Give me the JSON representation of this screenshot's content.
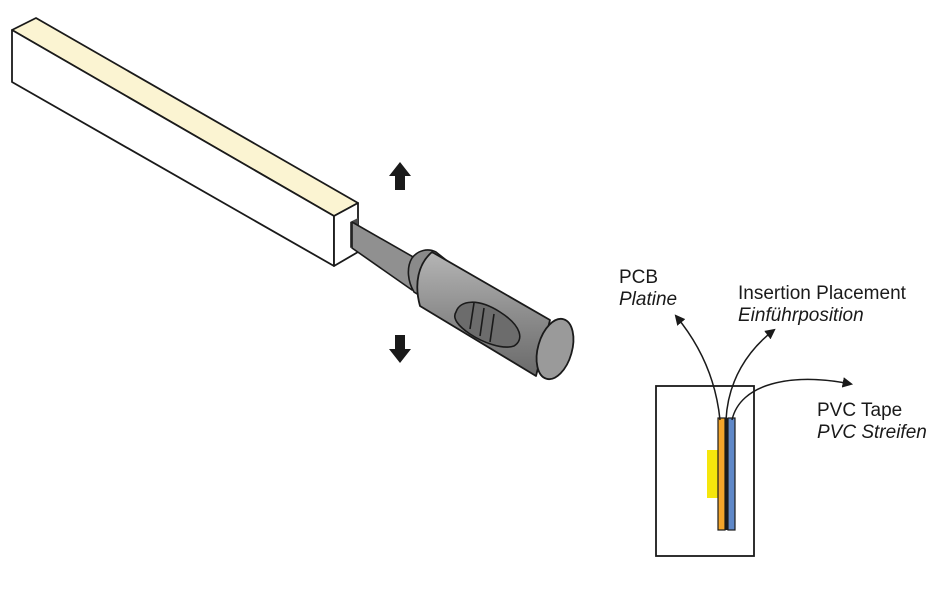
{
  "labels": {
    "pcb": {
      "en": "PCB",
      "de": "Platine"
    },
    "insertion": {
      "en": "Insertion Placement",
      "de": "Einführposition"
    },
    "pvc": {
      "en": "PVC Tape",
      "de": "PVC Streifen"
    }
  },
  "icons": [
    "arrow-up-icon",
    "arrow-down-icon"
  ],
  "colors": {
    "strip_face": "#fbf4d2",
    "strip_outline": "#1a1a1a",
    "tool_gray": "#8e8e8e",
    "tool_dark": "#6f6f6f",
    "pcb_orange": "#f4a52a",
    "pvc_blue": "#5f88c8",
    "led_yellow": "#f5e60c"
  }
}
